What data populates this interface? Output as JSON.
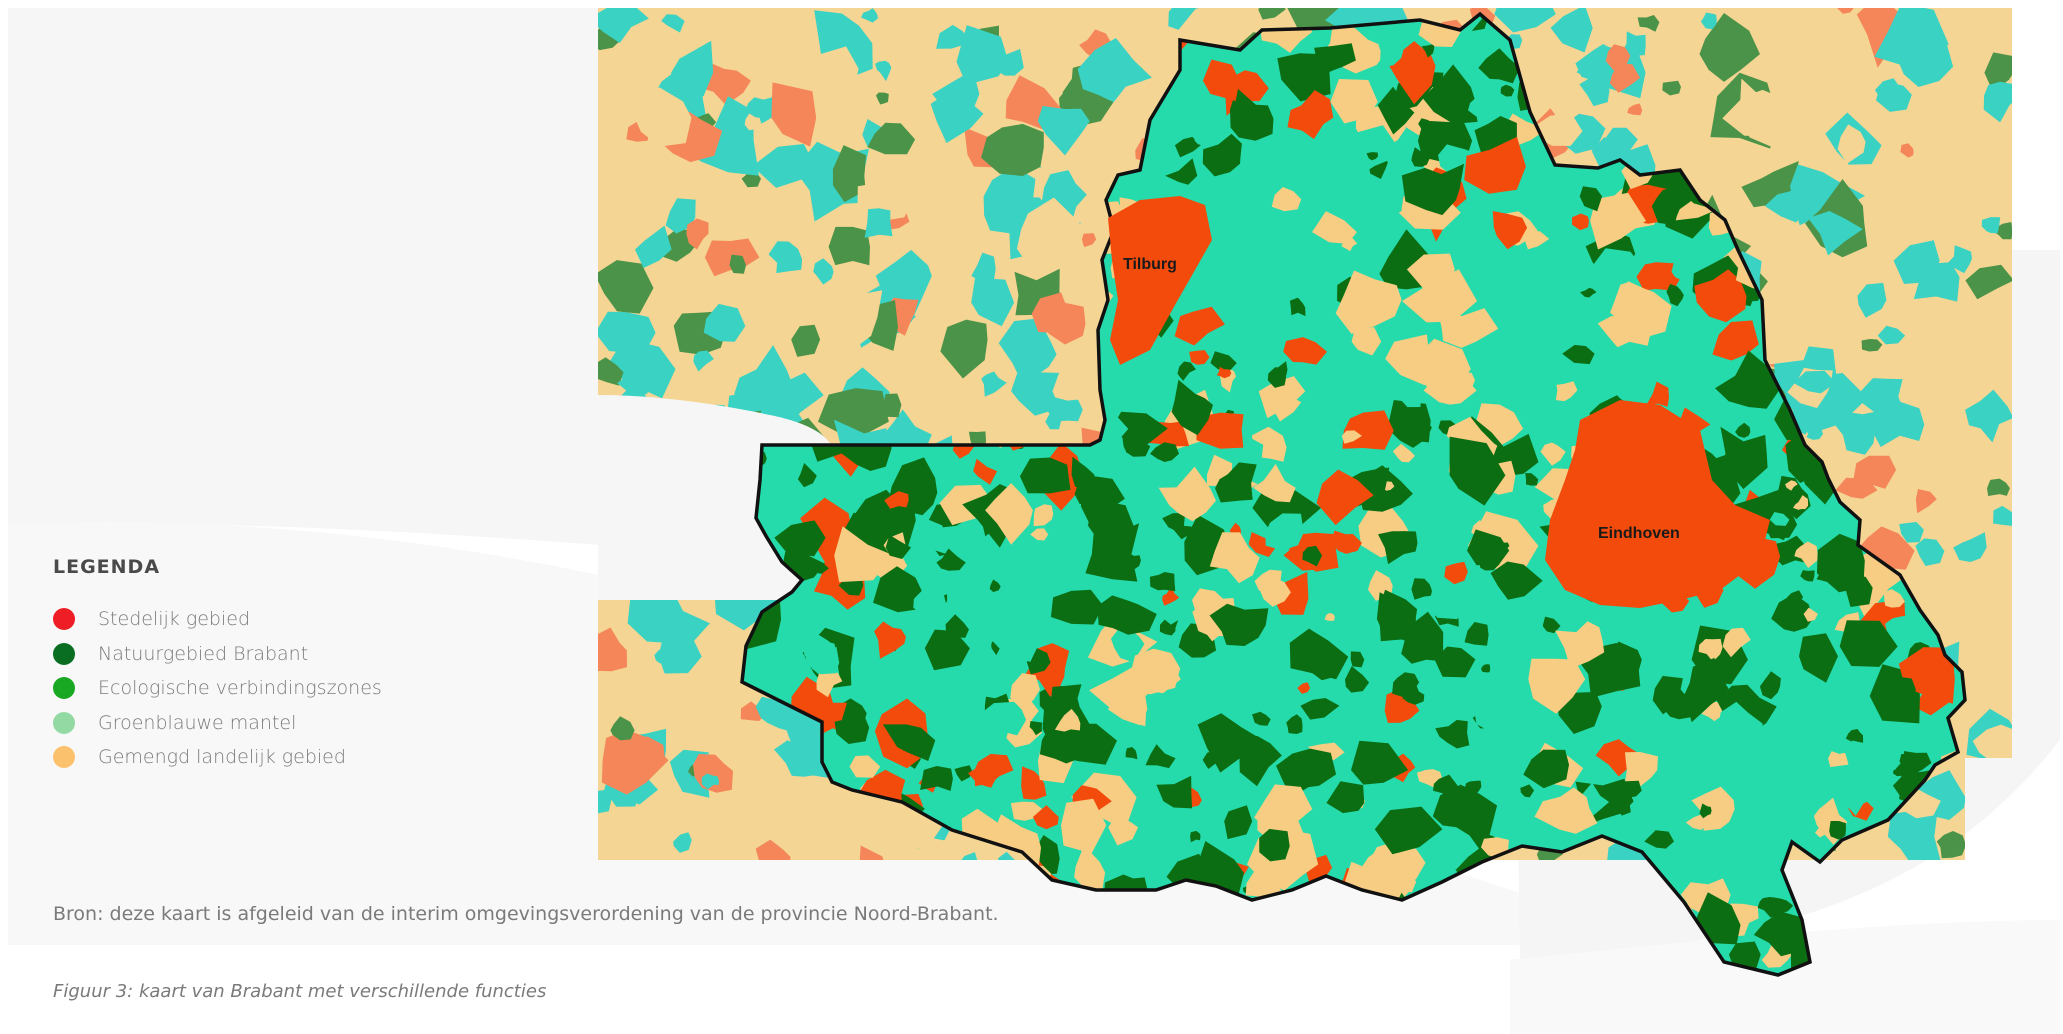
{
  "legend": {
    "title": "LEGENDA",
    "items": [
      {
        "label": "Stedelijk gebied",
        "color": "#ef1d25"
      },
      {
        "label": "Natuurgebied Brabant",
        "color": "#0a6e22"
      },
      {
        "label": "Ecologische verbindingszones",
        "color": "#18a822"
      },
      {
        "label": "Groenblauwe mantel",
        "color": "#93d9a4"
      },
      {
        "label": "Gemengd landelijk gebied",
        "color": "#fbc16c"
      }
    ]
  },
  "map": {
    "cities": [
      {
        "name": "Tilburg"
      },
      {
        "name": "Eindhoven"
      }
    ],
    "colors": {
      "urban": "#f24b0c",
      "urban_outside": "#f4865a",
      "nature": "#0c6e13",
      "nature_outside": "#4a9348",
      "mantle": "#25dbab",
      "mantle_outside": "#3ad2c3",
      "rural": "#f6cd83",
      "rural_outside": "#f4d594"
    }
  },
  "source": "Bron: deze kaart is afgeleid van de interim omgevingsverordening van de provincie Noord-Brabant.",
  "caption": "Figuur 3: kaart van Brabant met verschillende functies"
}
